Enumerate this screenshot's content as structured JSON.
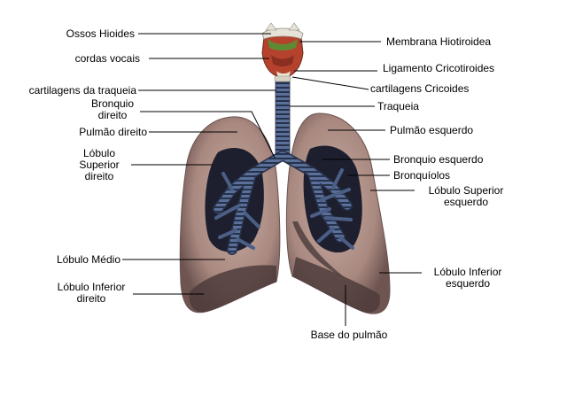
{
  "labels": {
    "ossos_hioides": "Ossos Hioides",
    "cordas_vocais": "cordas vocais",
    "cartilagens_traqueia": "cartilagens da traqueia",
    "bronquio_direito_1": "Bronquio",
    "bronquio_direito_2": "direito",
    "pulmao_direito": "Pulmão direito",
    "lobulo_superior_direito_1": "Lóbulo",
    "lobulo_superior_direito_2": "Superior",
    "lobulo_superior_direito_3": "direito",
    "lobulo_medio": "Lóbulo Médio",
    "lobulo_inferior_direito_1": "Lóbulo Inferior",
    "lobulo_inferior_direito_2": "direito",
    "membrana_hiotiroidea": "Membrana Hiotiroidea",
    "ligamento_cricotiroides": "Ligamento Cricotiroides",
    "cartilagens_cricoides": "cartilagens Cricoides",
    "traqueia": "Traqueia",
    "pulmao_esquerdo": "Pulmão esquerdo",
    "bronquio_esquerdo": "Bronquio esquerdo",
    "bronquiolos": "Bronquíolos",
    "lobulo_superior_esquerdo_1": "Lóbulo Superior",
    "lobulo_superior_esquerdo_2": "esquerdo",
    "lobulo_inferior_esquerdo_1": "Lóbulo Inferior",
    "lobulo_inferior_esquerdo_2": "esquerdo",
    "base_pulmao": "Base do pulmão"
  },
  "colors": {
    "lung_fill": "#b79a93",
    "lung_shadow": "#8e6f6a",
    "lung_dark": "#4a3a3a",
    "cavity": "#1e1f2e",
    "bronchi": "#4b5f86",
    "bronchi_ring": "#2a3550",
    "larynx": "#b5422c",
    "hyoid": "#e6e2d8",
    "thyroid_membrane": "#5e8a34",
    "leader": "#000000"
  }
}
